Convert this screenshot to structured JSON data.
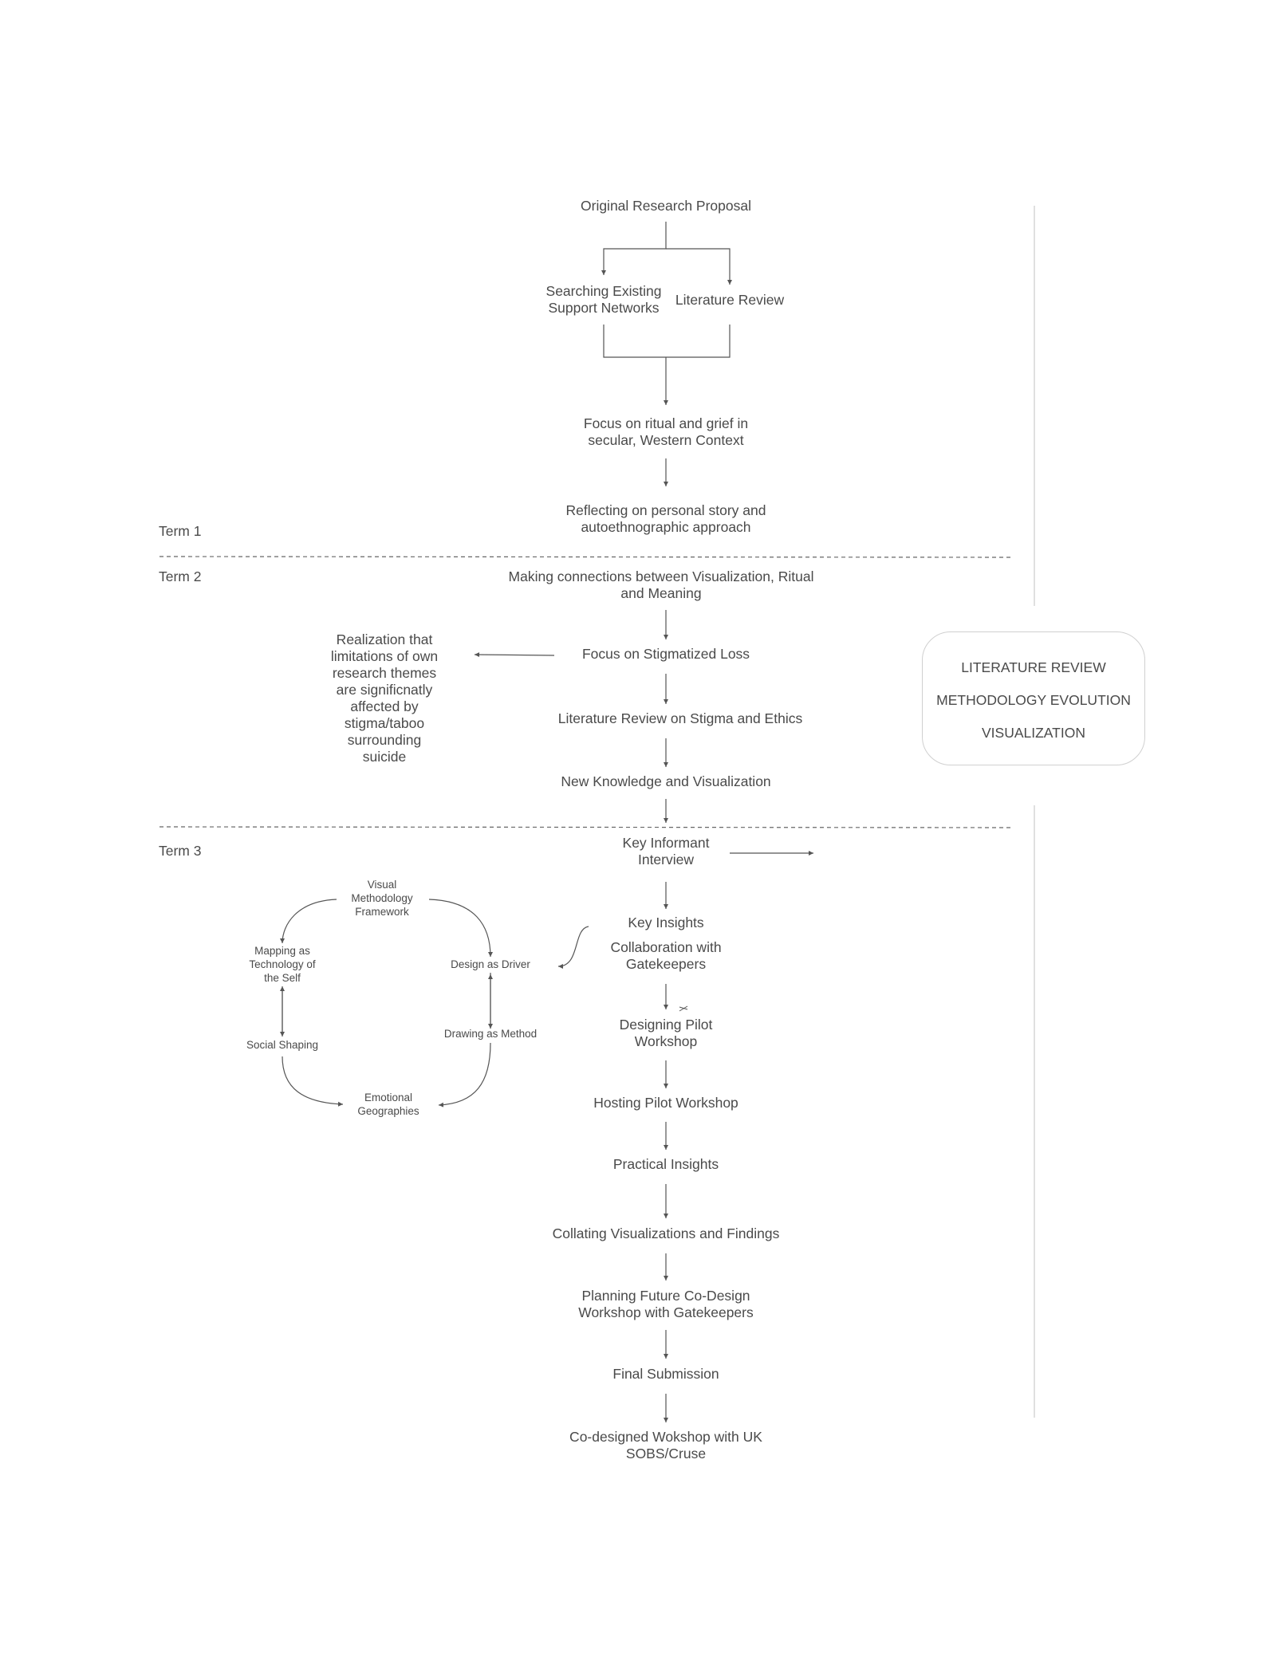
{
  "terms": {
    "t1": "Term 1",
    "t2": "Term 2",
    "t3": "Term 3"
  },
  "nodes": {
    "original": "Original Research Proposal",
    "searching": "Searching Existing\nSupport Networks",
    "litreview": "Literature Review",
    "focus_ritual": "Focus on ritual and grief in\nsecular, Western Context",
    "reflecting": "Reflecting on personal story and\nautoethnographic approach",
    "connections": "Making connections between Visualization, Ritual\nand Meaning",
    "stigmatized": "Focus on Stigmatized Loss",
    "realization": "Realization that\nlimitations of own\nresearch themes\nare significnatly\naffected by\nstigma/taboo\nsurrounding\nsuicide",
    "lit_stigma": "Literature Review on Stigma and Ethics",
    "new_knowledge": "New Knowledge and Visualization",
    "key_informant": "Key Informant\nInterview",
    "key_insights": "Key Insights",
    "collaboration": "Collaboration with\nGatekeepers",
    "designing": "Designing Pilot\nWorkshop",
    "hosting": "Hosting Pilot Workshop",
    "practical": "Practical Insights",
    "collating": "Collating Visualizations and Findings",
    "planning": "Planning Future Co-Design\nWorkshop with Gatekeepers",
    "final": "Final Submission",
    "codesigned": "Co-designed Wokshop with UK\nSOBS/Cruse"
  },
  "cycle": {
    "visual": "Visual\nMethodology\nFramework",
    "design_driver": "Design as Driver",
    "drawing": "Drawing as Method",
    "emotional": "Emotional\nGeographies",
    "social": "Social Shaping",
    "mapping": "Mapping as\nTechnology of\nthe Self"
  },
  "legend": {
    "items": [
      "LITERATURE REVIEW",
      "METHODOLOGY EVOLUTION",
      "VISUALIZATION"
    ]
  },
  "colors": {
    "line": "#555555",
    "divider": "#666666",
    "vline": "#cccccc",
    "legend_border": "#d0d0d0"
  }
}
